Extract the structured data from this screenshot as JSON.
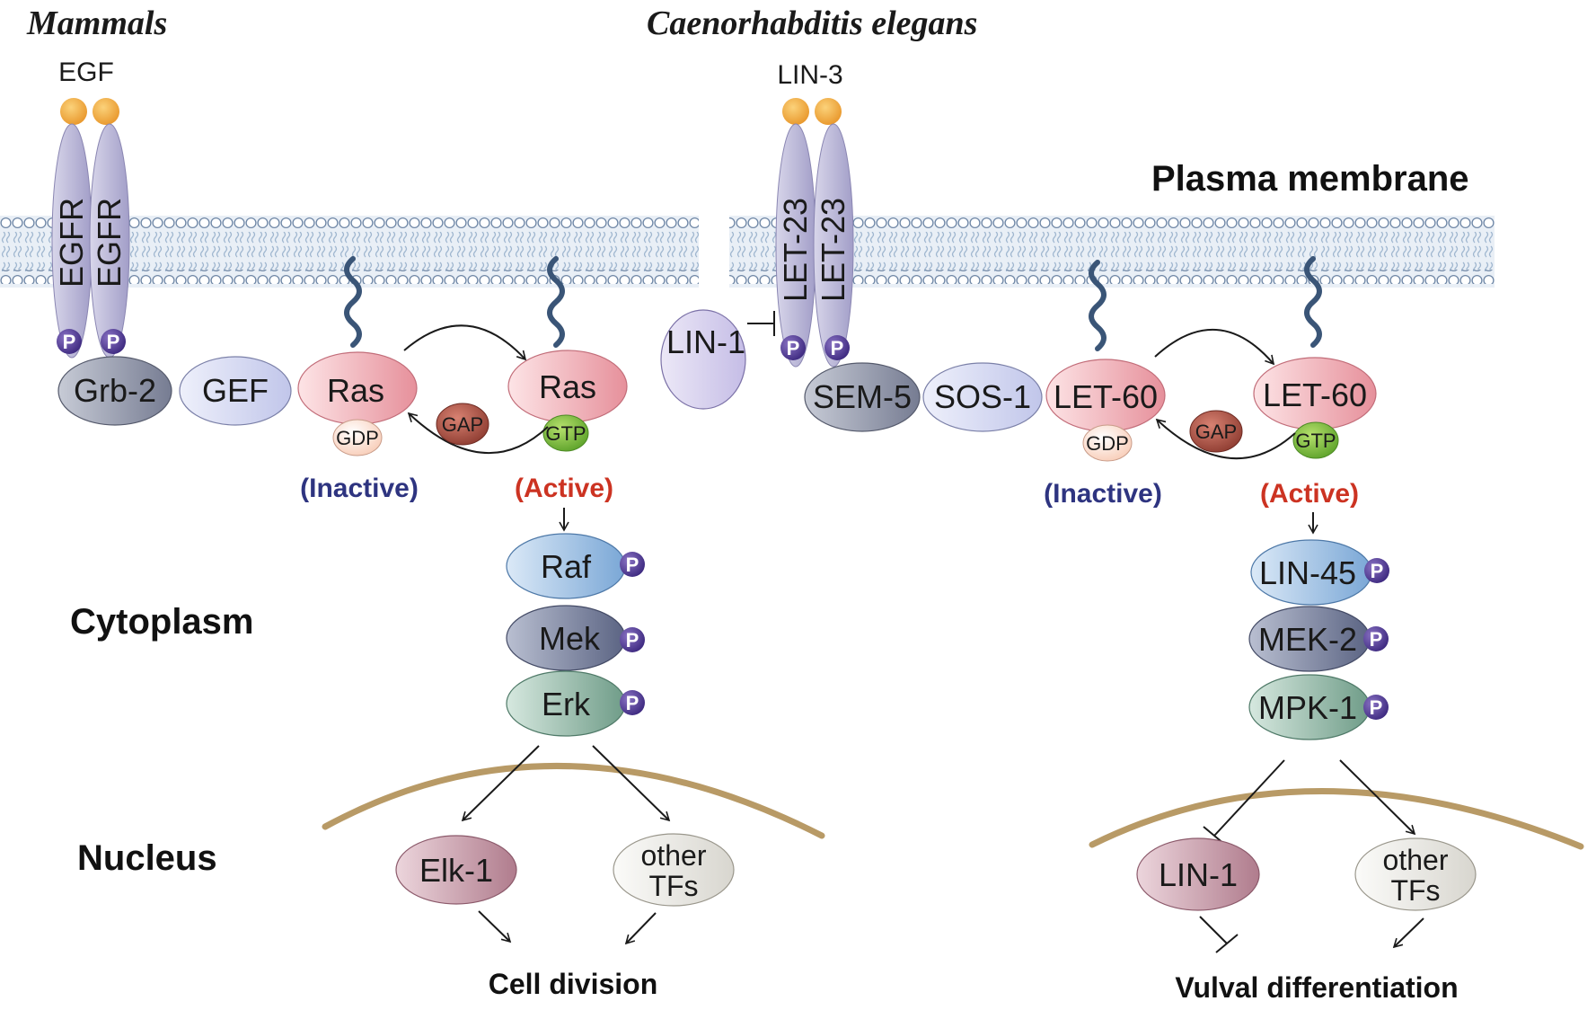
{
  "titles": {
    "mammals": "Mammals",
    "celegans": "Caenorhabditis elegans"
  },
  "regions": {
    "plasma_membrane": "Plasma membrane",
    "cytoplasm": "Cytoplasm",
    "nucleus": "Nucleus"
  },
  "mammal": {
    "ligand": "EGF",
    "receptor": "EGFR",
    "adaptor": "Grb-2",
    "gef": "GEF",
    "ras": "Ras",
    "gap": "GAP",
    "gdp": "GDP",
    "gtp": "GTP",
    "inactive": "(Inactive)",
    "active": "(Active)",
    "kinases": [
      "Raf",
      "Mek",
      "Erk"
    ],
    "tf1": "Elk-1",
    "tf2_line1": "other",
    "tf2_line2": "TFs",
    "outcome": "Cell division"
  },
  "worm": {
    "ligand": "LIN-3",
    "receptor": "LET-23",
    "inhibitor": "LIN-1",
    "adaptor": "SEM-5",
    "gef": "SOS-1",
    "ras": "LET-60",
    "gap": "GAP",
    "gdp": "GDP",
    "gtp": "GTP",
    "inactive": "(Inactive)",
    "active": "(Active)",
    "kinases": [
      "LIN-45",
      "MEK-2",
      "MPK-1"
    ],
    "tf1": "LIN-1",
    "tf2_line1": "other",
    "tf2_line2": "TFs",
    "outcome": "Vulval differentiation"
  },
  "phospho_label": "P",
  "colors": {
    "ligand": "#f2a93b",
    "receptor": "#b7b3d6",
    "phospho": "#5b3f9e",
    "grb": "#8f95a8",
    "gef": "#d9dcf3",
    "ras": "#f0b3ba",
    "gap": "#b7584c",
    "gtp": "#8cc63f",
    "gdp": "#fde3d6",
    "raf": "#a7c8e8",
    "mek": "#7e86a0",
    "erk": "#9fc2b2",
    "elk": "#c99aa8",
    "tfs": "#ecebe6",
    "nuclear_envelope": "#b89a66",
    "ras_anchor": "#3a5577",
    "lipid": "#b6c9dc"
  }
}
